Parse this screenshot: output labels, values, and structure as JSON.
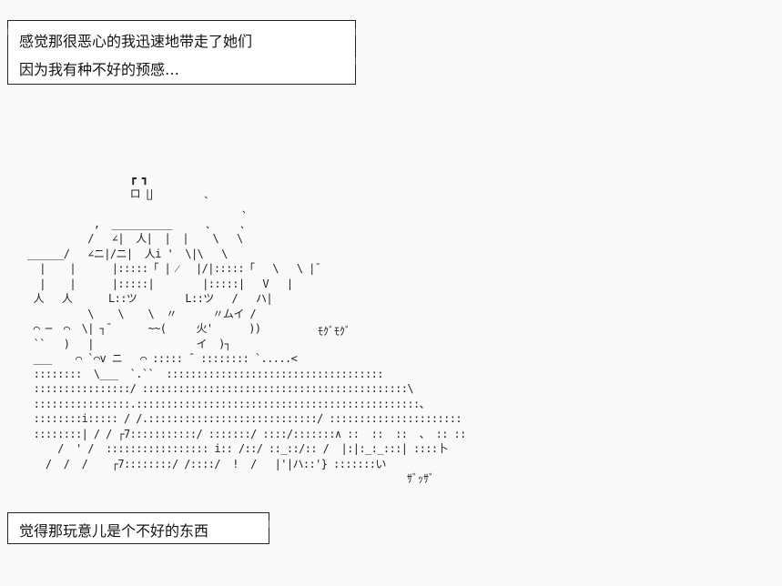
{
  "captions": {
    "top": {
      "line1": "感觉那很恶心的我迅速地带走了她们",
      "line2": "因为我有种不好的预感…"
    },
    "bottom": {
      "line1": "觉得那玩意儿是个不好的东西"
    }
  },
  "sound_effects": {
    "munch": "ﾓｸﾞﾓｸﾞ",
    "rustle": "ｻﾞｯｻﾞ"
  },
  "art": {
    "ascii": "                 ┏ ┓\n                 ロ ∐        ﹑\n                                   ﹑\n           ,  __________     ﹑    ﹑\n          /   ∠|  人|  |  |    \\   \\\n______/   ∠ニ|/ニ|  人i '  \\|\\   \\\n  |    |      |:::::「 | ⁄   |/|:::::「   \\   \\ |¯\n  |    |      |:::::|        |:::::|   V   |\n 人   人      L::ツ        L::ツ   /   ハ|\n          \\    \\    \\  〃      〃ムイ /\n ⌒ ─  ⌒  \\| ┐¯      ~~(     火'      ))\n ``   )   |                 イ  )┐\n ___    ⌒ `⌒v ニ   ⌒ ::::: ¯ :::::::: `.....<\n ::::::::  \\___  `.``  ::::::::::::::::::::::::::::::::::::\n ::::::::::::::::/ ::::::::::::::::::::::::::::::::::::::::::::\\\n ::::::::::::::::.:::::::::::::::::::::::::::::::::::::::::::::::、\n ::::::::i::::: / /.::::::::::::::::::::::::::::/ ::::::::::::::::::::::\n ::::::::| / / ┌7:::::::::::/ :::::::/ ::::/:::::::∧ ::  ::  ::  、 :: ::\n     /  ' /  ::::::::::::::::: i:: /::/ ::_::/:: /  |:|:_:_:::| ::::卜\n   /  /  /    ┌7::::::::/ /::::/  !  /   |'|ハ::'} :::::::い"
  }
}
